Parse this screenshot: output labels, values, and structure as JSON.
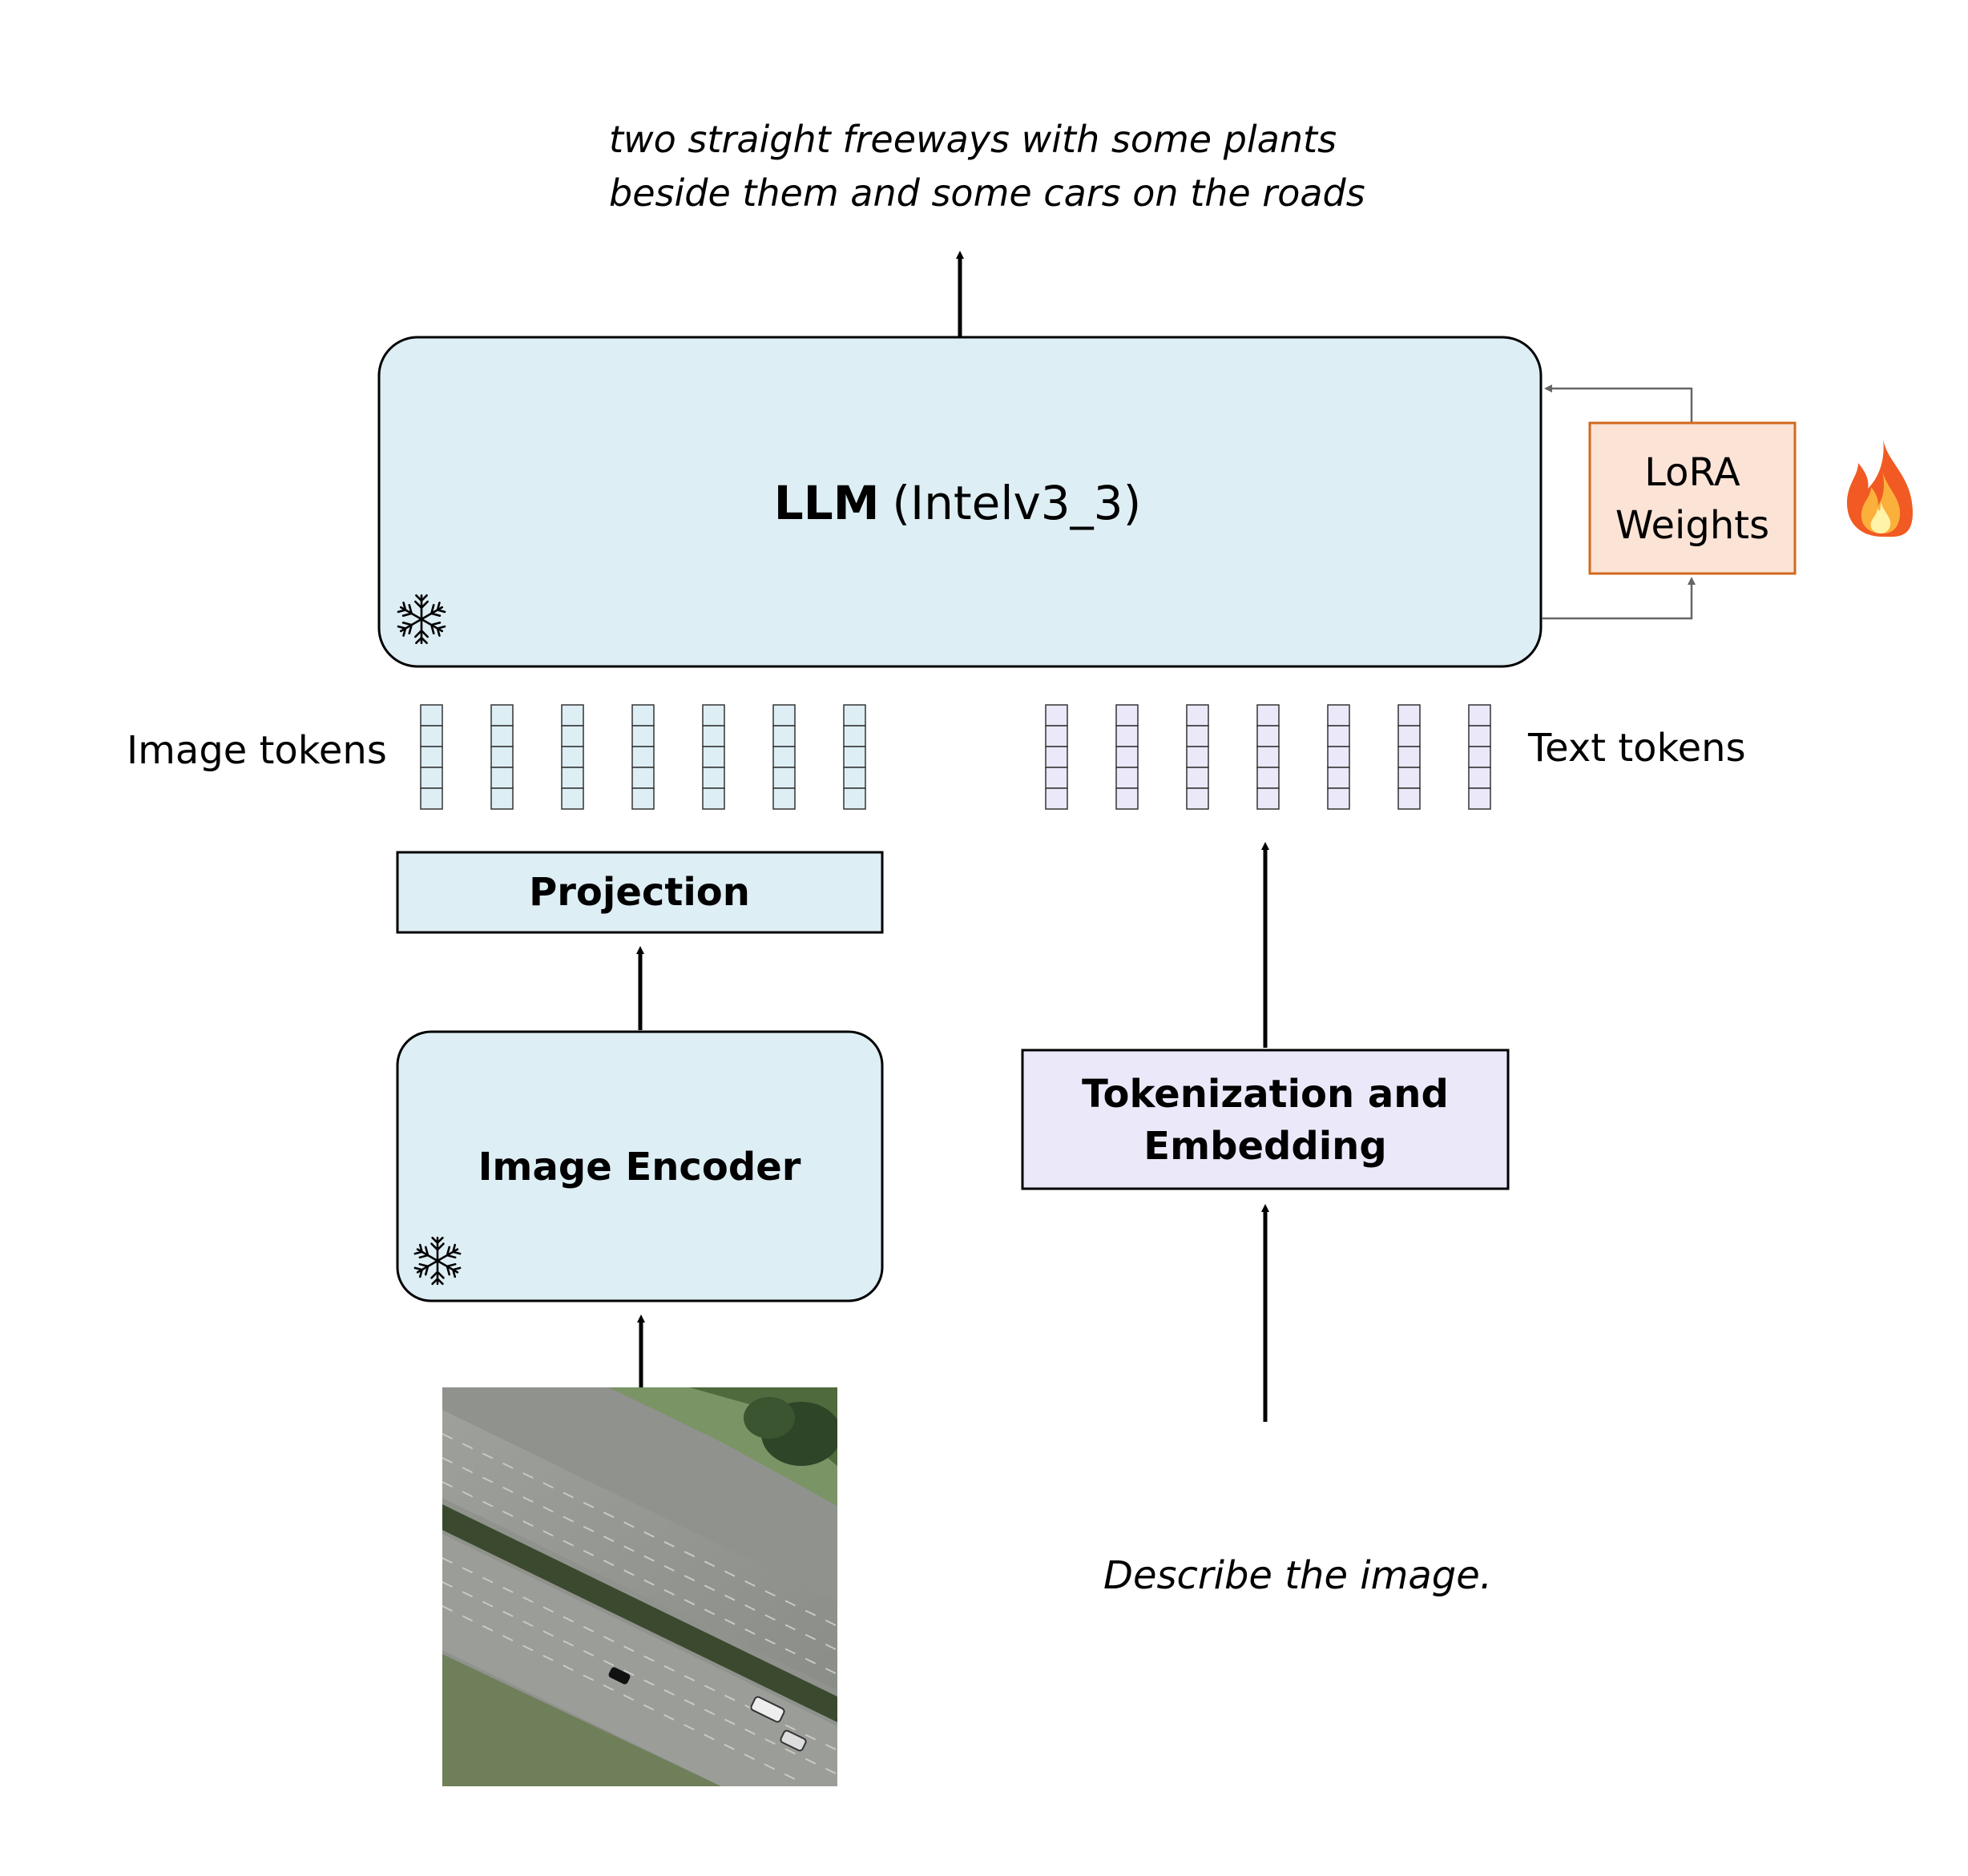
{
  "output_caption": {
    "line1": "two straight freeways with some plants",
    "line2": "beside them and some cars on the roads"
  },
  "llm": {
    "name": "LLM",
    "variant": "(Intelv3_3)",
    "frozen_icon": "snowflake-icon"
  },
  "lora": {
    "line1": "LoRA",
    "line2": "Weights",
    "trainable_icon": "fire-icon"
  },
  "image_tokens_label": "Image tokens",
  "text_tokens_label": "Text tokens",
  "image_token_count": 7,
  "text_token_count": 7,
  "cells_per_token": 5,
  "projection_label": "Projection",
  "image_encoder": {
    "label": "Image Encoder",
    "frozen_icon": "snowflake-icon"
  },
  "tokenization": {
    "line1": "Tokenization and",
    "line2": "Embedding"
  },
  "prompt_text": "Describe the image.",
  "colors": {
    "frozen_block": "#ddeef4",
    "text_block": "#ebe8f9",
    "lora_fill": "#fbe3d6",
    "lora_border": "#d2691e",
    "gray_arrow": "#666666"
  }
}
